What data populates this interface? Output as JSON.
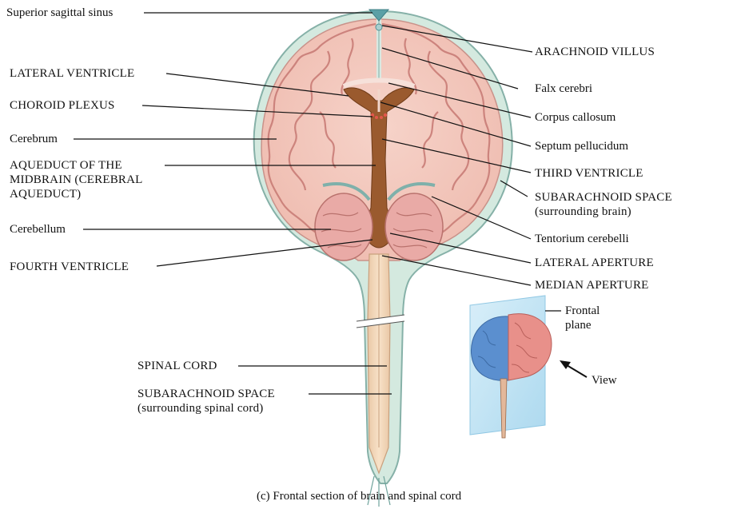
{
  "labels_left": {
    "superior_sagittal_sinus": "Superior sagittal sinus",
    "lateral_ventricle": "LATERAL VENTRICLE",
    "choroid_plexus": "CHOROID PLEXUS",
    "cerebrum": "Cerebrum",
    "aqueduct_line1": "AQUEDUCT OF THE",
    "aqueduct_line2": "MIDBRAIN (CEREBRAL",
    "aqueduct_line3": "AQUEDUCT)",
    "cerebellum": "Cerebellum",
    "fourth_ventricle": "FOURTH VENTRICLE",
    "spinal_cord": "SPINAL CORD",
    "subarachnoid_cord_line1": "SUBARACHNOID SPACE",
    "subarachnoid_cord_line2": "(surrounding spinal cord)"
  },
  "labels_right": {
    "arachnoid_villus": "ARACHNOID VILLUS",
    "falx_cerebri": "Falx cerebri",
    "corpus_callosum": "Corpus callosum",
    "septum_pellucidum": "Septum pellucidum",
    "third_ventricle": "THIRD VENTRICLE",
    "subarachnoid_brain_line1": "SUBARACHNOID SPACE",
    "subarachnoid_brain_line2": "(surrounding brain)",
    "tentorium_cerebelli": "Tentorium cerebelli",
    "lateral_aperture": "LATERAL APERTURE",
    "median_aperture": "MEDIAN APERTURE"
  },
  "inset": {
    "frontal_line1": "Frontal",
    "frontal_line2": "plane",
    "view": "View"
  },
  "caption": "(c) Frontal section of brain and spinal cord",
  "colors": {
    "brain_tissue": "#f2c7bd",
    "gyri": "#e9a7a0",
    "gyri_edge": "#c97d77",
    "ventricle": "#9a5a2e",
    "subarachnoid": "#cfe6dc",
    "dura": "#8fb7b1",
    "cerebellum": "#e7a9a6",
    "spinal_cord": "#f4d6b9",
    "brain_blue": "#5b8fcf",
    "brain_pink": "#e8908a",
    "plane": "#bfe3f5"
  }
}
